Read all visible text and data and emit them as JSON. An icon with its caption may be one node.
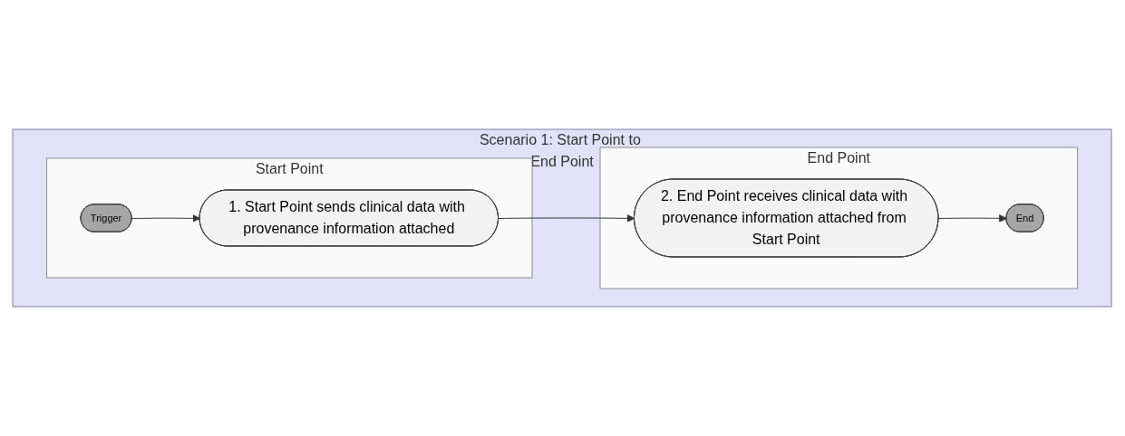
{
  "diagram": {
    "nodes": [
      {
        "text": [
          "Scenario 1: Start Point to End Point"
        ]
      },
      {
        "text": [
          "Start Point"
        ],
        "in": 0
      },
      {
        "text": [
          "End Point"
        ],
        "in": 0
      },
      {
        "text": [
          "Trigger"
        ],
        "in": 1
      },
      {
        "text": [
          "1. Start Point sends clinical data with provenance information attached"
        ],
        "in": 1
      },
      {
        "text": [
          "2. End Point receives clinical data with provenance information attached from Start Point"
        ],
        "in": 2
      },
      {
        "text": [
          "End"
        ],
        "in": 2
      }
    ],
    "edges": [
      {
        "from": 3,
        "to": 4,
        "arrow": "to"
      },
      {
        "from": 4,
        "to": 5,
        "arrow": "to"
      },
      {
        "from": 5,
        "to": 6,
        "arrow": "to"
      }
    ]
  }
}
